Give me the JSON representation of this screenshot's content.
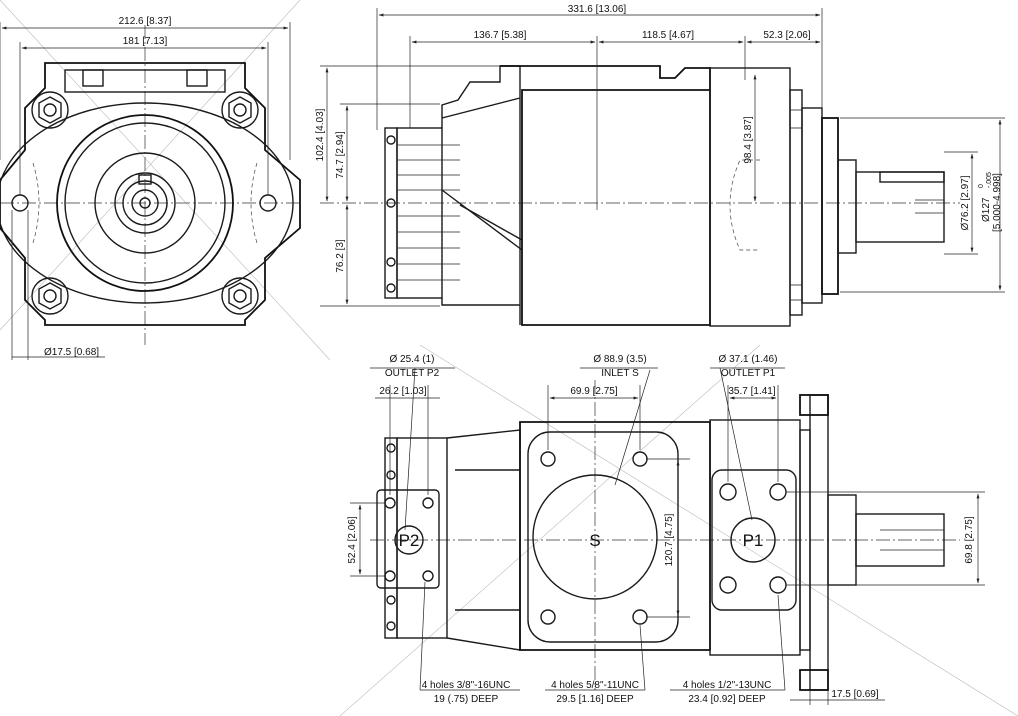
{
  "view_front": {
    "overall_width": "212.6 [8.37]",
    "bolt_spacing": "181 [7.13]",
    "mount_hole_dia": "Ø17.5 [0.68]"
  },
  "view_side": {
    "overall_length": "331.6 [13.06]",
    "len_a": "136.7 [5.38]",
    "len_b": "118.5 [4.67]",
    "len_c": "52.3 [2.06]",
    "height_total": "102.4 [4.03]",
    "height_p2": "74.7 [2.94]",
    "height_center": "98.4 [3.87]",
    "height_base": "76.2 [3]",
    "shaft_dia": "Ø76.2 [2.97]",
    "pilot_dia": "Ø127",
    "pilot_tol_upper": "0",
    "pilot_tol_lower": "-.005",
    "pilot_dia_in": "[5.000-4.998]"
  },
  "view_bottom": {
    "outlet_p2_dia": "Ø 25.4 (1)",
    "outlet_p2_label": "OUTLET P2",
    "inlet_dia": "Ø 88.9 (3.5)",
    "inlet_label": "INLET S",
    "outlet_p1_dia": "Ø 37.1 (1.46)",
    "outlet_p1_label": "OUTLET P1",
    "p2_spacing": "26.2 [1.03]",
    "s_spacing": "69.9 [2.75]",
    "p1_spacing": "35.7 [1.41]",
    "p2_vertical": "52.4 [2.06]",
    "s_vertical": "120.7 [4.75]",
    "p1_vertical": "69.8 [2.75]",
    "flange_thickness": "17.5 [0.69]",
    "port_p2": "P2",
    "port_s": "S",
    "port_p1": "P1",
    "note_p2_holes": "4 holes 3/8\"-16UNC",
    "note_p2_depth": "19 (.75) DEEP",
    "note_s_holes": "4 holes 5/8\"-11UNC",
    "note_s_depth": "29.5 [1.16] DEEP",
    "note_p1_holes": "4 holes 1/2\"-13UNC",
    "note_p1_depth": "23.4 [0.92] DEEP"
  }
}
